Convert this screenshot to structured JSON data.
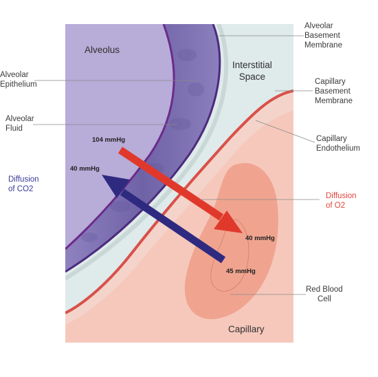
{
  "labels": {
    "alveolus": "Alveolus",
    "interstitial_space": [
      "Interstitial",
      "Space"
    ],
    "alveolar_basement_membrane": [
      "Alveolar",
      "Basement",
      "Membrane"
    ],
    "alveolar_epithelium": [
      "Alveolar",
      "Epithelium"
    ],
    "alveolar_fluid": [
      "Alveolar",
      "Fluid"
    ],
    "capillary_basement_membrane": [
      "Capillary",
      "Basement",
      "Membrane"
    ],
    "capillary_endothelium": [
      "Capillary",
      "Endothelium"
    ],
    "diffusion_co2": [
      "Diffusion",
      "of CO2"
    ],
    "diffusion_o2": [
      "Diffusion",
      "of O2"
    ],
    "red_blood_cell": [
      "Red Blood",
      "Cell"
    ],
    "capillary": "Capillary"
  },
  "pressures": {
    "o2_alveolar": "104 mmHg",
    "co2_alveolar": "40 mmHg",
    "o2_capillary": "40 mmHg",
    "co2_capillary": "45 mmHg"
  },
  "colors": {
    "alveolus": "#b8acd8",
    "epithelium": "#7a6cae",
    "interstitial": "#dde8e8",
    "capillary": "#f6c8bc",
    "rbc": "#ee9e88",
    "o2_arrow": "#e0392c",
    "co2_arrow": "#2e2a80"
  }
}
